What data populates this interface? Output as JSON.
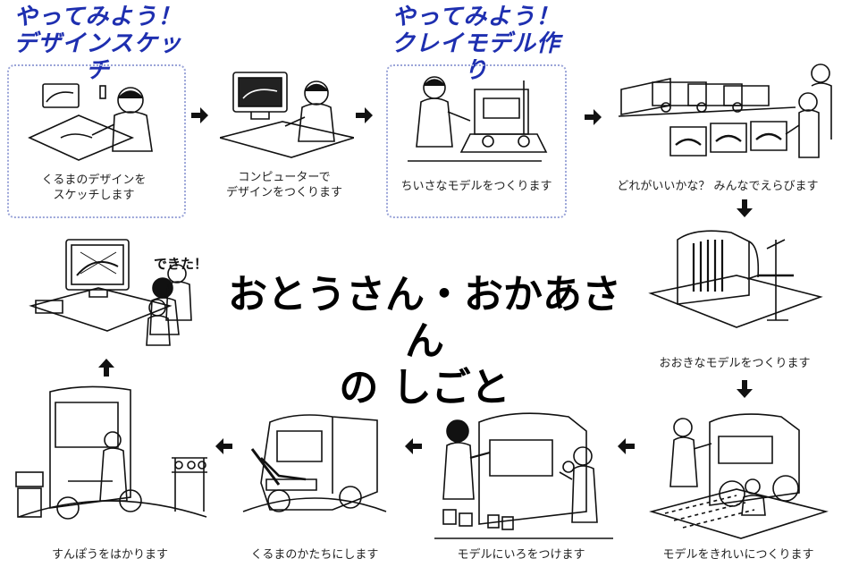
{
  "headers": [
    {
      "line1": "やってみよう！",
      "line2": "デザインスケッチ"
    },
    {
      "line1": "やってみよう！",
      "line2": "クレイモデル作り"
    }
  ],
  "title": {
    "line1": "おとうさん・おかあさん",
    "line2": "の しごと"
  },
  "steps": [
    {
      "caption_l1": "くるまのデザインを",
      "caption_l2": "スケッチします",
      "icon": "sketching-icon"
    },
    {
      "caption_l1": "コンピューターで",
      "caption_l2": "デザインをつくります",
      "icon": "computer-design-icon"
    },
    {
      "caption_l1": "ちいさなモデルをつくります",
      "caption_l2": "",
      "icon": "small-clay-model-icon"
    },
    {
      "caption_l1": "どれがいいかな？ みんなでえらびます",
      "caption_l2": "",
      "icon": "choosing-design-icon"
    },
    {
      "caption_l1": "おおきなモデルをつくります",
      "caption_l2": "",
      "icon": "large-clay-model-icon"
    },
    {
      "caption_l1": "モデルをきれいにつくります",
      "caption_l2": "",
      "icon": "finishing-model-icon"
    },
    {
      "caption_l1": "モデルにいろをつけます",
      "caption_l2": "",
      "icon": "painting-model-icon"
    },
    {
      "caption_l1": "くるまのかたちにします",
      "caption_l2": "",
      "icon": "truck-shape-icon"
    },
    {
      "caption_l1": "すんぽうをはかります",
      "caption_l2": "",
      "icon": "measuring-icon"
    },
    {
      "caption_l1": "",
      "caption_l2": "",
      "icon": "completed-design-icon"
    }
  ],
  "dekita": "できた！",
  "colors": {
    "header": "#1e2fb0",
    "dotted_border": "#9aa4d8",
    "ink": "#111111"
  }
}
